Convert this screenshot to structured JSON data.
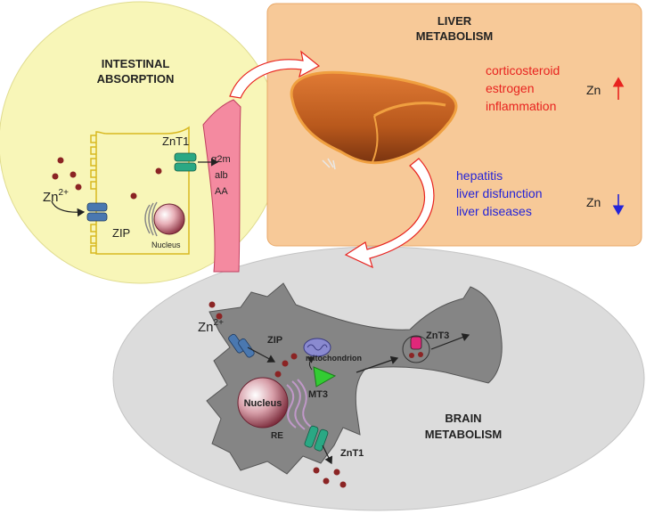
{
  "intestine": {
    "title_line1": "INTESTINAL",
    "title_line2": "ABSORPTION",
    "zn_label": "Zn",
    "zn_charge": "2+",
    "zip_label": "ZIP",
    "znt1_label": "ZnT1",
    "nucleus_label": "Nucleus",
    "carrier_alpha": "α",
    "carrier_a2m": "2m",
    "carrier_alb": "alb",
    "carrier_aa": "AA"
  },
  "liver": {
    "title_line1": "LIVER",
    "title_line2": "METABOLISM",
    "increase_factors": [
      "corticosteroid",
      "estrogen",
      "inflammation"
    ],
    "decrease_factors": [
      "hepatitis",
      "liver disfunction",
      "liver diseases"
    ],
    "zn_up_label": "Zn",
    "zn_down_label": "Zn"
  },
  "brain": {
    "title_line1": "BRAIN",
    "title_line2": "METABOLISM",
    "zn_label": "Zn",
    "zn_charge": "2+",
    "zip_label": "ZIP",
    "mitochondrion_label": "mitochondrion",
    "nucleus_label": "Nucleus",
    "mt3_label": "MT3",
    "re_label": "RE",
    "znt1_label": "ZnT1",
    "znt3_label": "ZnT3"
  },
  "colors": {
    "intestine_bg": "#f8f6b8",
    "liver_bg": "#f7c998",
    "brain_bg": "#dcdcdc",
    "neuron_fill": "#858585",
    "increase_text": "#e8231f",
    "decrease_text": "#2424d8",
    "zinc_dot": "#8b2424",
    "zip_transporter": "#4a78b0",
    "znt1_transporter": "#2aa884",
    "znt3_transporter": "#e0287a",
    "mt3": "#33cc33",
    "vessel": "#f48aa0",
    "liver_organ": "#b8581c"
  },
  "icons": [
    "up-arrow-icon",
    "down-arrow-icon",
    "flow-arrow-icon",
    "liver-icon",
    "nucleus-icon",
    "mitochondrion-icon",
    "transporter-icon",
    "zinc-ion-icon"
  ]
}
